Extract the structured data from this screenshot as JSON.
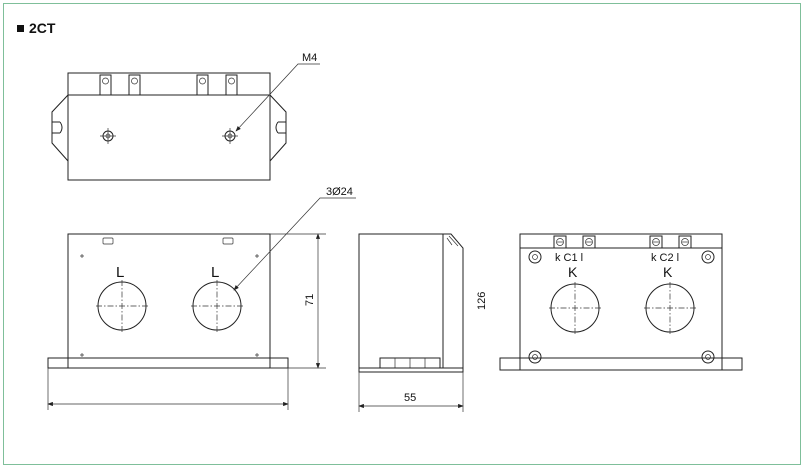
{
  "title": "2CT",
  "labels": {
    "thread": "M4",
    "holes": "3Ø24",
    "front_primary_left": "L",
    "front_primary_right": "L",
    "height_dim": "71",
    "depth_dim": "55",
    "total_height_dim": "126",
    "ct1_terminals": "k C1 l",
    "ct1_primary": "K",
    "ct2_terminals": "k C2 l",
    "ct2_primary": "K"
  },
  "colors": {
    "frame_border": "#7fbf9a",
    "line": "#222222"
  }
}
